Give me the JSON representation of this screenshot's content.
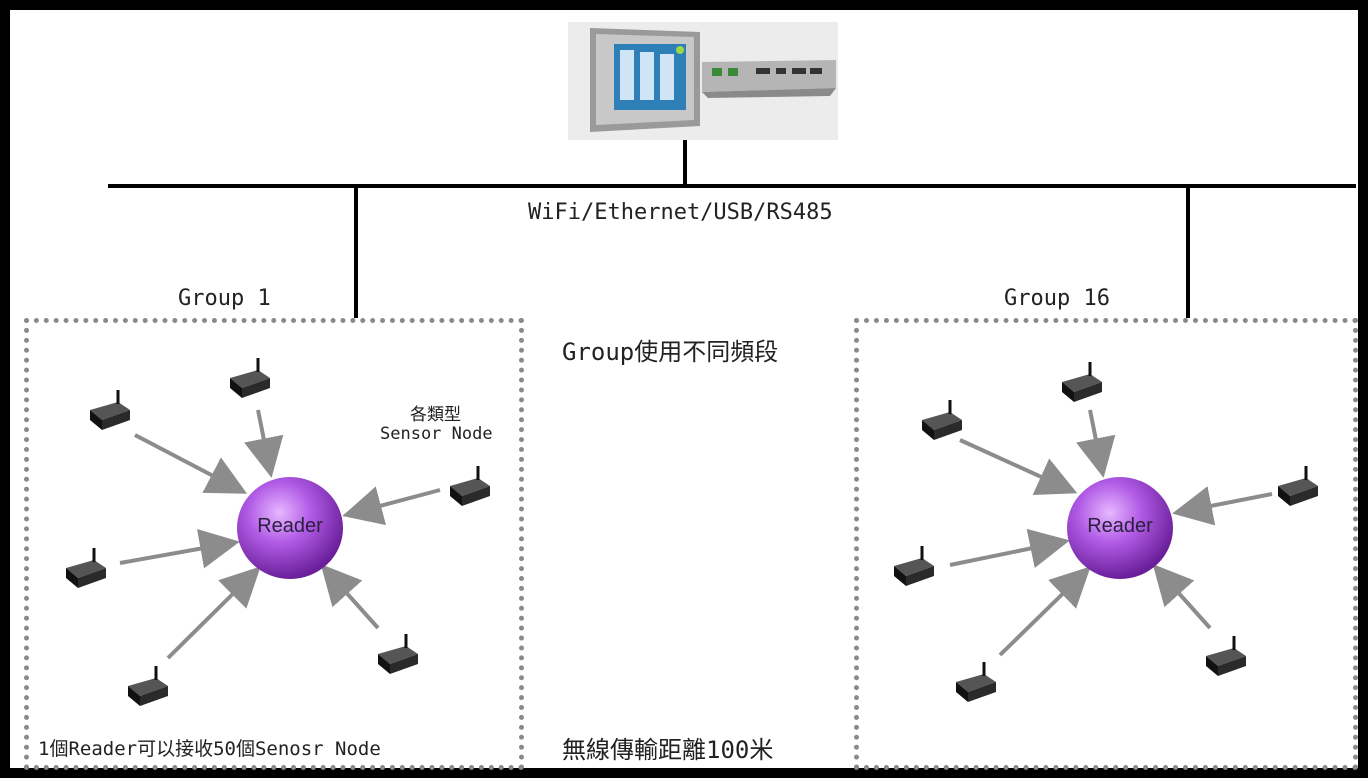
{
  "network": {
    "label": "WiFi/Ethernet/USB/RS485",
    "middle_note": "Group使用不同頻段",
    "bottom_note": "無線傳輸距離100米"
  },
  "groups": [
    {
      "title": "Group 1",
      "reader_label": "Reader",
      "sensor_type_label_line1": "各類型",
      "sensor_type_label_line2": "Sensor Node",
      "capacity_note": "1個Reader可以接收50個Senosr Node"
    },
    {
      "title": "Group 16",
      "reader_label": "Reader"
    }
  ],
  "colors": {
    "reader_fill": "#a64ad6",
    "arrow": "#8c8c8c",
    "frame": "#000000",
    "group_border": "#8a8a8a"
  }
}
